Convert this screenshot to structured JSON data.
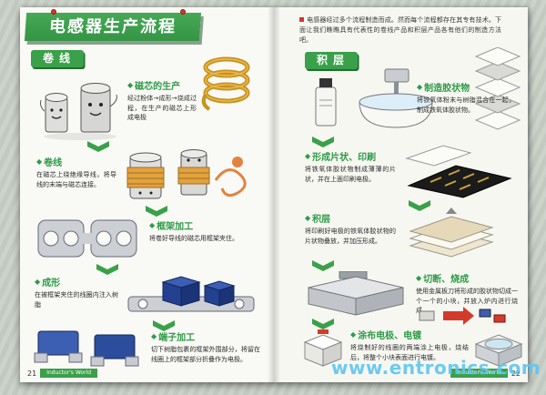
{
  "ui": {
    "marker": "◆"
  },
  "header": {
    "title": "电感器生产流程"
  },
  "intro": {
    "text": "电感器经过多个流程制造而成。然而每个流程都存在其专有技术。下面让我们瞧瞧具有代表性的卷线产品和积层产品各有他们的制造方法吧。"
  },
  "left_section": {
    "tab": "卷线",
    "steps": [
      {
        "label": "磁芯的生产",
        "desc": "经过粉体→成形→烧成过程，在生产的磁芯上形成电极"
      },
      {
        "label": "卷线",
        "desc": "在磁芯上绕绝缘导线，将导线的末端与磁芯连接。"
      },
      {
        "label": "框架加工",
        "desc": "将卷好导线的磁芯用框架夹住。"
      },
      {
        "label": "成形",
        "desc": "在被框架夹住的线圈内注入树脂"
      },
      {
        "label": "端子加工",
        "desc": "切下树脂包裹的框架外围部分，将留在线圈上的框架部分折叠作为电极。"
      }
    ]
  },
  "right_section": {
    "tab": "积层",
    "steps": [
      {
        "label": "制造胶状物",
        "desc": "将铁氧体粉末与树脂混合在一起，制成铁氧体胶状物。"
      },
      {
        "label": "形成片状、印刷",
        "desc": "将铁氧体胶状物制成薄薄的片状，并在上面印刷电极。"
      },
      {
        "label": "积层",
        "desc": "将印刷好电极的铁氧体胶状物的片状物叠放，并加压形成。"
      },
      {
        "label": "切断、烧成",
        "desc": "使用金属板刀将形成的胶状物切成一个一个的小块，并放入炉内进行烧成。"
      },
      {
        "label": "涂布电极、电镀",
        "desc": "将烧制好的线圈的两端涂上电极，烧结后，将整个小块表面进行电镀。"
      }
    ]
  },
  "footer": {
    "left": {
      "page_num": "21",
      "brand": "Inductor's World"
    },
    "right": {
      "page_num": "22",
      "brand": "Inductor's World"
    }
  },
  "watermark": "www.entronics.com",
  "colors": {
    "green": "#3aa04a",
    "green_dark": "#1e6e2e",
    "watermark_blue": "#5cc4f1",
    "coil_gold": "#c8921f",
    "resin_blue": "#3c5fb4",
    "arrow_red": "#d43a2a"
  }
}
